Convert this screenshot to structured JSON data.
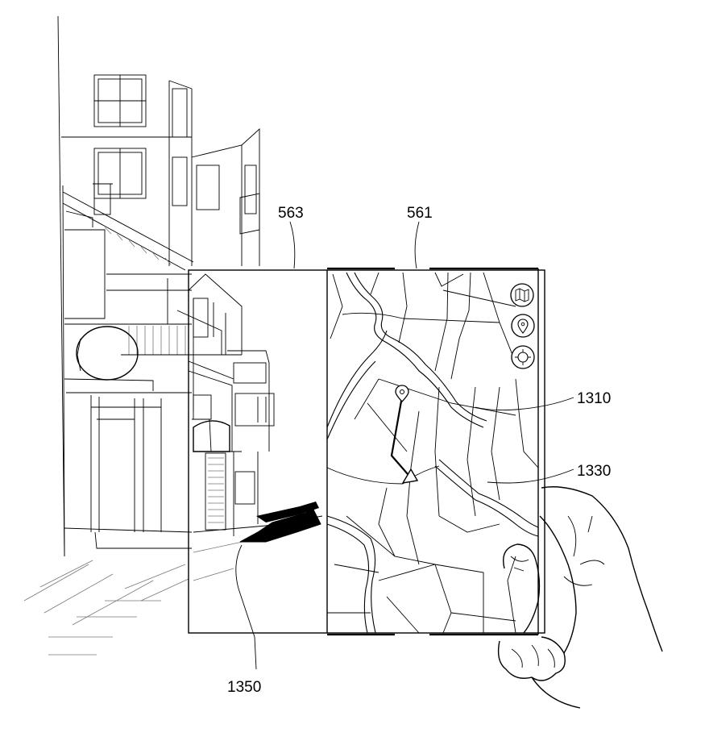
{
  "labels": {
    "l563": "563",
    "l561": "561",
    "l1310": "1310",
    "l1330": "1330",
    "l1350": "1350"
  },
  "icons": [
    "map-icon",
    "location-pin-icon",
    "gps-target-icon"
  ]
}
